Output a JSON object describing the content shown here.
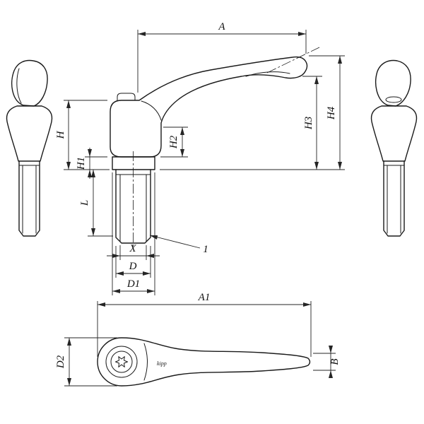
{
  "labels": {
    "A": "A",
    "H": "H",
    "H1": "H1",
    "H2": "H2",
    "H3": "H3",
    "H4": "H4",
    "L": "L",
    "X": "X",
    "D": "D",
    "D1": "D1",
    "callout_1": "1",
    "A1": "A1",
    "D2": "D2",
    "B": "B",
    "logo_mark": "kipp"
  },
  "colors": {
    "line": "#1a1a1a",
    "dimension_line": "#252525",
    "background": "#ffffff"
  }
}
